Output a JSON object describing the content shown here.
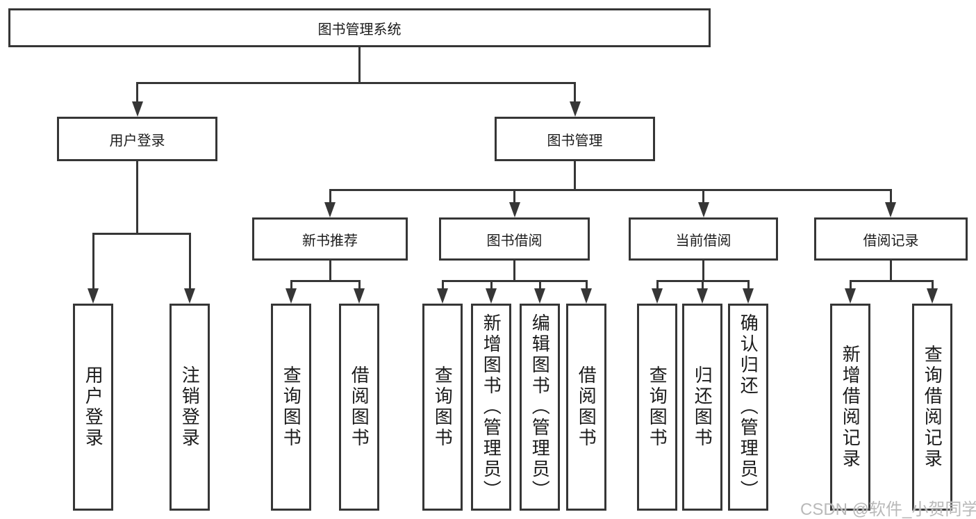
{
  "diagram": {
    "title": "图书管理系统",
    "branches": [
      {
        "label": "用户登录",
        "children": [
          {
            "label": "用户登录"
          },
          {
            "label": "注销登录"
          }
        ]
      },
      {
        "label": "图书管理",
        "children": [
          {
            "label": "新书推荐",
            "children": [
              {
                "label": "查询图书"
              },
              {
                "label": "借阅图书"
              }
            ]
          },
          {
            "label": "图书借阅",
            "children": [
              {
                "label": "查询图书"
              },
              {
                "label": "新增图书（管理员）"
              },
              {
                "label": "编辑图书（管理员）"
              },
              {
                "label": "借阅图书"
              }
            ]
          },
          {
            "label": "当前借阅",
            "children": [
              {
                "label": "查询图书"
              },
              {
                "label": "归还图书"
              },
              {
                "label": "确认归还（管理员）"
              }
            ]
          },
          {
            "label": "借阅记录",
            "children": [
              {
                "label": "新增借阅记录"
              },
              {
                "label": "查询借阅记录"
              }
            ]
          }
        ]
      }
    ]
  },
  "watermark": {
    "text": "CSDN @软件_小贺同学"
  },
  "colors": {
    "line": "#363636",
    "border": "#363636",
    "text": "#1b1b1b",
    "watermark": "#b9b9b9",
    "background": "#ffffff"
  }
}
